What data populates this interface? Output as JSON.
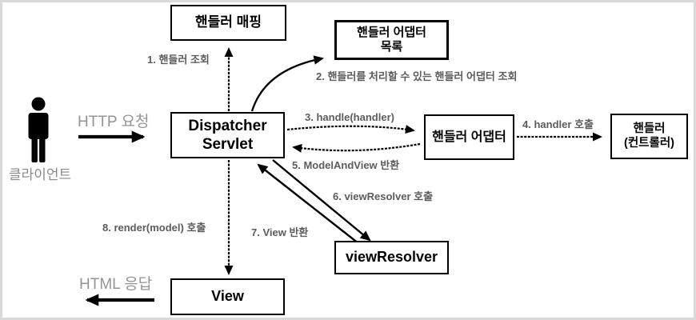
{
  "actor": {
    "label": "클라이언트"
  },
  "client_flow": {
    "request_label": "HTTP 요청",
    "response_label": "HTML 응답"
  },
  "boxes": {
    "handler_mapping": {
      "line1": "핸들러 매핑"
    },
    "handler_adapter_list": {
      "line1": "핸들러 어댑터",
      "line2": "목록"
    },
    "dispatcher_servlet": {
      "line1": "Dispatcher",
      "line2": "Servlet"
    },
    "handler_adapter": {
      "line1": "핸들러 어댑터"
    },
    "handler_controller": {
      "line1": "핸들러",
      "line2": "(컨트롤러)"
    },
    "view_resolver": {
      "line1": "viewResolver"
    },
    "view": {
      "line1": "View"
    }
  },
  "steps": {
    "s1": "1. 핸들러 조회",
    "s2": "2. 핸들러를 처리할 수 있는 핸들러 어댑터 조회",
    "s3": "3. handle(handler)",
    "s4": "4. handler 호출",
    "s5": "5. ModelAndView 반환",
    "s6": "6. viewResolver 호출",
    "s7": "7. View 반환",
    "s8": "8. render(model) 호출"
  },
  "colors": {
    "frame_border": "#d9d9d9",
    "box_border": "#000000",
    "arrow": "#000000",
    "step_label": "#5c5c5c",
    "client_label": "#949494"
  }
}
